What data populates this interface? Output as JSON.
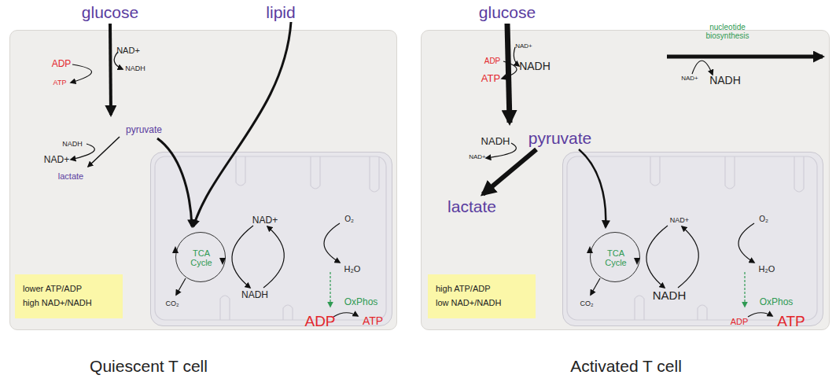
{
  "diagram": {
    "nodes": [
      {
        "text": [
          "Quiescent T cell"
        ]
      },
      {
        "text": [
          "NAD+",
          "NADH",
          "O₂",
          "H₂O",
          "CO₂",
          "OxPhos",
          "ADP",
          "ATP"
        ],
        "in": 0
      },
      {
        "text": [
          "TCA Cycle"
        ],
        "in": 1
      },
      {
        "text": [
          "lower ATP/ADP",
          "high NAD+/NADH"
        ],
        "in": 0
      },
      {
        "text": [
          "Activated T cell"
        ]
      },
      {
        "text": [
          "NAD+",
          "NADH",
          "O₂",
          "H₂O",
          "CO₂",
          "OxPhos",
          "ADP",
          "ATP"
        ],
        "in": 4
      },
      {
        "text": [
          "TCA Cycle"
        ],
        "in": 5
      },
      {
        "text": [
          "high ATP/ADP",
          "low NAD+/NADH"
        ],
        "in": 4
      }
    ],
    "labels": [
      "glucose",
      "lipid",
      "NAD+",
      "NADH",
      "ADP",
      "ATP",
      "pyruvate",
      "NADH",
      "NAD+",
      "lactate",
      "glucose",
      "NAD+",
      "NADH",
      "ADP",
      "ATP",
      "nucleotide biosynthesis",
      "NAD+",
      "NADH",
      "pyruvate",
      "NADH",
      "NAD+",
      "lactate"
    ]
  }
}
